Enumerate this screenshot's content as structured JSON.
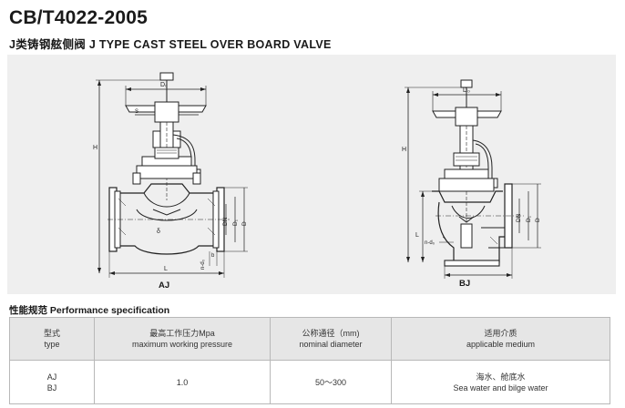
{
  "header": {
    "standard": "CB/T4022-2005",
    "subtitle": "J类铸钢舷侧阀 J TYPE CAST STEEL OVER BOARD VALVE"
  },
  "figures": {
    "left": {
      "label": "AJ",
      "dims": {
        "d0": "D₀",
        "h": "H",
        "dn": "DN",
        "d1": "D₁",
        "d": "D",
        "nd": "n-d₀",
        "b": "b",
        "l": "L"
      }
    },
    "right": {
      "label": "BJ",
      "dims": {
        "d0": "D₀",
        "h": "H",
        "dn": "DN",
        "d1": "D₁",
        "d": "D",
        "nd": "n-d₀",
        "l": "L"
      }
    }
  },
  "section_title": "性能规范 Performance specification",
  "table": {
    "headers": [
      {
        "cn": "型式",
        "en": "type"
      },
      {
        "cn": "最高工作压力Mpa",
        "en": "maximum working pressure"
      },
      {
        "cn": "公称通径（mm)",
        "en": "nominal diameter"
      },
      {
        "cn": "适用介质",
        "en": "applicable medium"
      }
    ],
    "row": {
      "type_line1": "AJ",
      "type_line2": "BJ",
      "pressure": "1.0",
      "diameter": "50～300",
      "medium_cn": "海水、舱底水",
      "medium_en": "Sea water and bilge water"
    }
  },
  "colors": {
    "drawing_bg": "#efefef",
    "header_bg": "#e6e6e6",
    "line": "#222222",
    "border": "#b8b8b8"
  }
}
